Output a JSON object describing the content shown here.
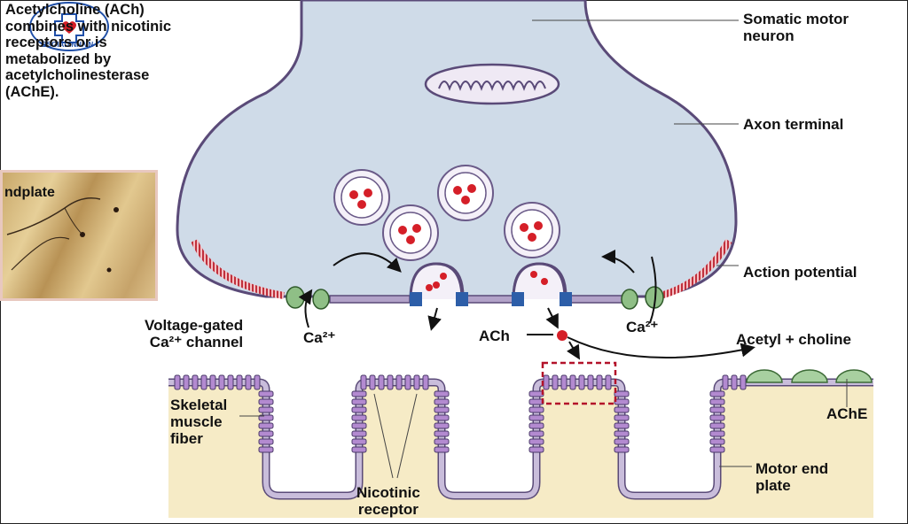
{
  "caption": "Acetylcholine (ACh)\ncombines with nicotinic\nreceptors or is\nmetabolized by\nacetylcholinesterase\n(AChE).",
  "watermark": {
    "text": "BSGIADINH.VN",
    "color": "#1f4fa8"
  },
  "inset_photo": {
    "label": "ndplate"
  },
  "labels": {
    "somatic_motor_neuron": "Somatic motor\nneuron",
    "axon_terminal": "Axon terminal",
    "action_potential": "Action potential",
    "acetyl_choline": "Acetyl + choline",
    "ache": "AChE",
    "motor_end_plate": "Motor end\nplate",
    "nicotinic_receptor": "Nicotinic\nreceptor",
    "skeletal_muscle_fiber": "Skeletal\nmuscle\nfiber",
    "voltage_gated": "Voltage-gated\nCa²⁺ channel",
    "ca_left": "Ca²⁺",
    "ca_right": "Ca²⁺",
    "ach": "ACh"
  },
  "colors": {
    "neuron_fill": "#cfdbe8",
    "membrane": "#b2a2c8",
    "membrane_stroke": "#5a4a78",
    "muscle_fill": "#f6ebc6",
    "action_potential": "#c0303c",
    "ach_dot": "#d51f28",
    "ca_channel": "#8fbf86",
    "receptor": "#b38ad0",
    "ache_fill": "#a8d0a0",
    "transporter": "#2d5ea8"
  }
}
